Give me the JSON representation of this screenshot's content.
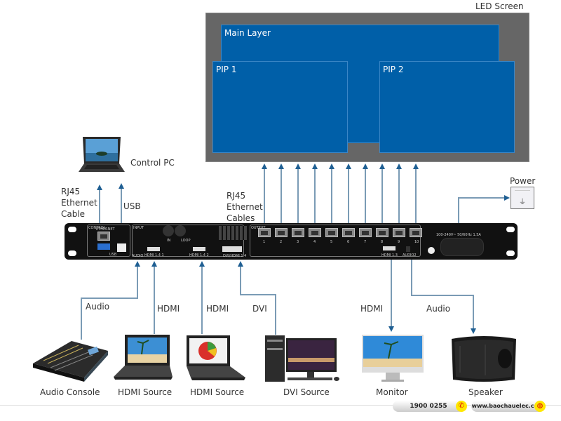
{
  "led_screen": {
    "title": "LED Screen",
    "layers": {
      "main": "Main Layer",
      "pip1": "PIP 1",
      "pip2": "PIP 2"
    }
  },
  "control_pc": {
    "label": "Control PC",
    "rj45_label": "RJ45\nEthernet\nCable",
    "rj45_lines": [
      "RJ45",
      "Ethernet",
      "Cable"
    ],
    "usb_label": "USB"
  },
  "output_cables": {
    "lines": [
      "RJ45",
      "Ethernet",
      "Cables"
    ],
    "count": 10
  },
  "power": {
    "label": "Power"
  },
  "processor": {
    "sections": {
      "control": "CONTROL",
      "input": "INPUT",
      "output": "OUTPUT"
    },
    "ports": {
      "ethernet": "ETHERNET",
      "usb": "USB",
      "audio": "AUDIO",
      "hdmi1": "HDMI 1.4 1",
      "hdmi2": "HDMI 1.4 2",
      "dvi": "DVI/HDMI 1.4",
      "hdmi_out": "HDMI 1.3",
      "audio2": "AUDIO2",
      "in": "IN",
      "loop": "LOOP",
      "power_rating": "100-240V~ 50/60Hz 1.5A",
      "output_numbers": [
        "1",
        "2",
        "3",
        "4",
        "5",
        "6",
        "7",
        "8",
        "9",
        "10"
      ]
    }
  },
  "connections": {
    "audio_in": "Audio",
    "hdmi1": "HDMI",
    "hdmi2": "HDMI",
    "dvi": "DVI",
    "hdmi_out": "HDMI",
    "audio_out": "Audio"
  },
  "devices": [
    {
      "name": "Audio Console"
    },
    {
      "name": "HDMI Source"
    },
    {
      "name": "HDMI Source"
    },
    {
      "name": "DVI Source"
    },
    {
      "name": "Monitor"
    },
    {
      "name": "Speaker"
    }
  ],
  "footer": {
    "phone": "1900 0255",
    "website": "www.baochauelec.com",
    "phone_icon": "phone-icon",
    "web_icon": "globe-icon"
  },
  "colors": {
    "layer_blue": "#005fa8",
    "frame_gray": "#666666",
    "arrow_blue": "#1f5f93",
    "wire": "#7a9bb5",
    "badge_yellow": "#ffe800"
  }
}
